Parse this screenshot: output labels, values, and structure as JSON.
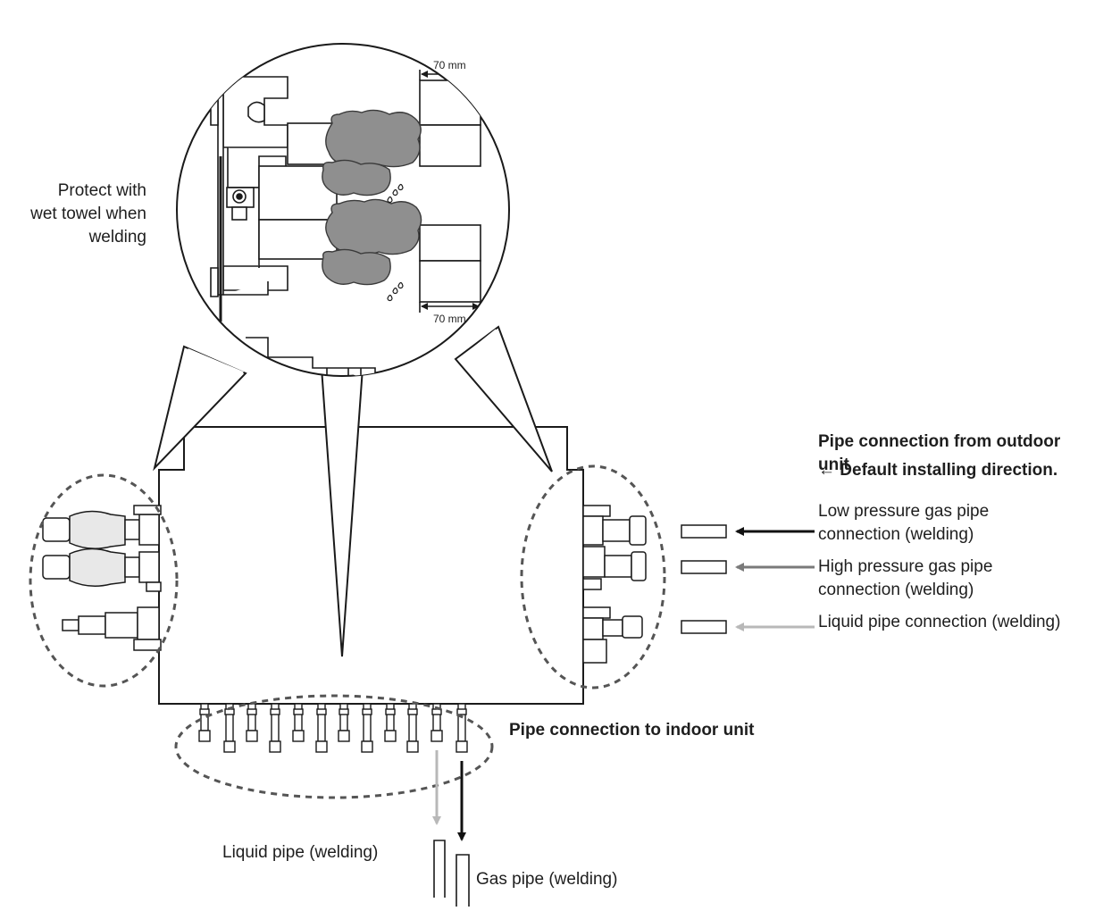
{
  "labels": {
    "protect_line1": "Protect with",
    "protect_line2": "wet towel when",
    "protect_line3": "welding",
    "dim_top": "70 mm",
    "dim_bottom": "70 mm",
    "outdoor_title": "Pipe connection from outdoor unit",
    "outdoor_direction": "← Default installing direction.",
    "low_pressure_line1": "Low pressure gas pipe",
    "low_pressure_line2": "connection (welding)",
    "high_pressure_line1": "High pressure gas pipe",
    "high_pressure_line2": "connection (welding)",
    "liquid_connection": "Liquid pipe connection (welding)",
    "indoor_title": "Pipe connection to indoor unit",
    "liquid_pipe": "Liquid pipe (welding)",
    "gas_pipe": "Gas pipe (welding)"
  },
  "colors": {
    "line": "#1a1a1a",
    "towel": "#8f8f8f",
    "arrow_low": "#111111",
    "arrow_high": "#7a7a7a",
    "arrow_liquid": "#b8b8b8",
    "dashed": "#555555"
  }
}
